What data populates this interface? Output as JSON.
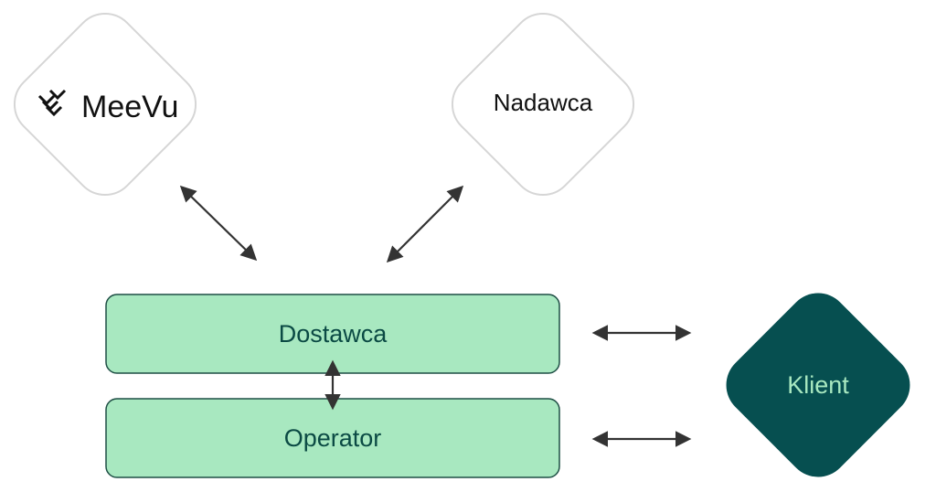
{
  "nodes": {
    "meevu": {
      "label": "MeeVu"
    },
    "nadawca": {
      "label": "Nadawca"
    },
    "dostawca": {
      "label": "Dostawca"
    },
    "operator": {
      "label": "Operator"
    },
    "klient": {
      "label": "Klient"
    }
  },
  "colors": {
    "box_fill": "#a8e8c0",
    "box_stroke": "#1f4f45",
    "box_text": "#0b4a44",
    "klient_fill": "#064f50",
    "klient_text": "#a8e8c0",
    "diamond_stroke": "#d6d6d6",
    "diamond_text": "#111111",
    "arrow": "#333333"
  }
}
